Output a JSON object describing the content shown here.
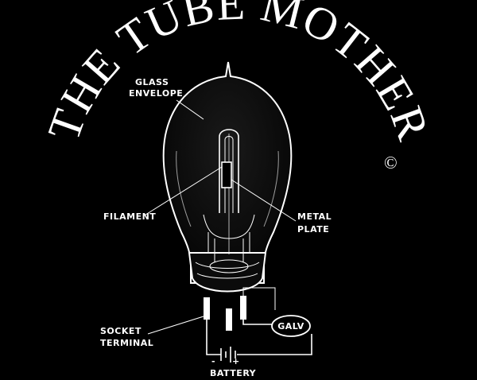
{
  "title": "THE TUBE MOTHER",
  "copyright_symbol": "©",
  "labels": {
    "glass_envelope_line1": "GLASS",
    "glass_envelope_line2": "ENVELOPE",
    "filament": "FILAMENT",
    "metal_plate_line1": "METAL",
    "metal_plate_line2": "PLATE",
    "socket_terminal_line1": "SOCKET",
    "socket_terminal_line2": "TERMINAL",
    "galv": "GALV",
    "battery": "BATTERY",
    "battery_minus": "-",
    "battery_plus": "+"
  },
  "colors": {
    "background": "#000000",
    "ink": "#ffffff"
  }
}
